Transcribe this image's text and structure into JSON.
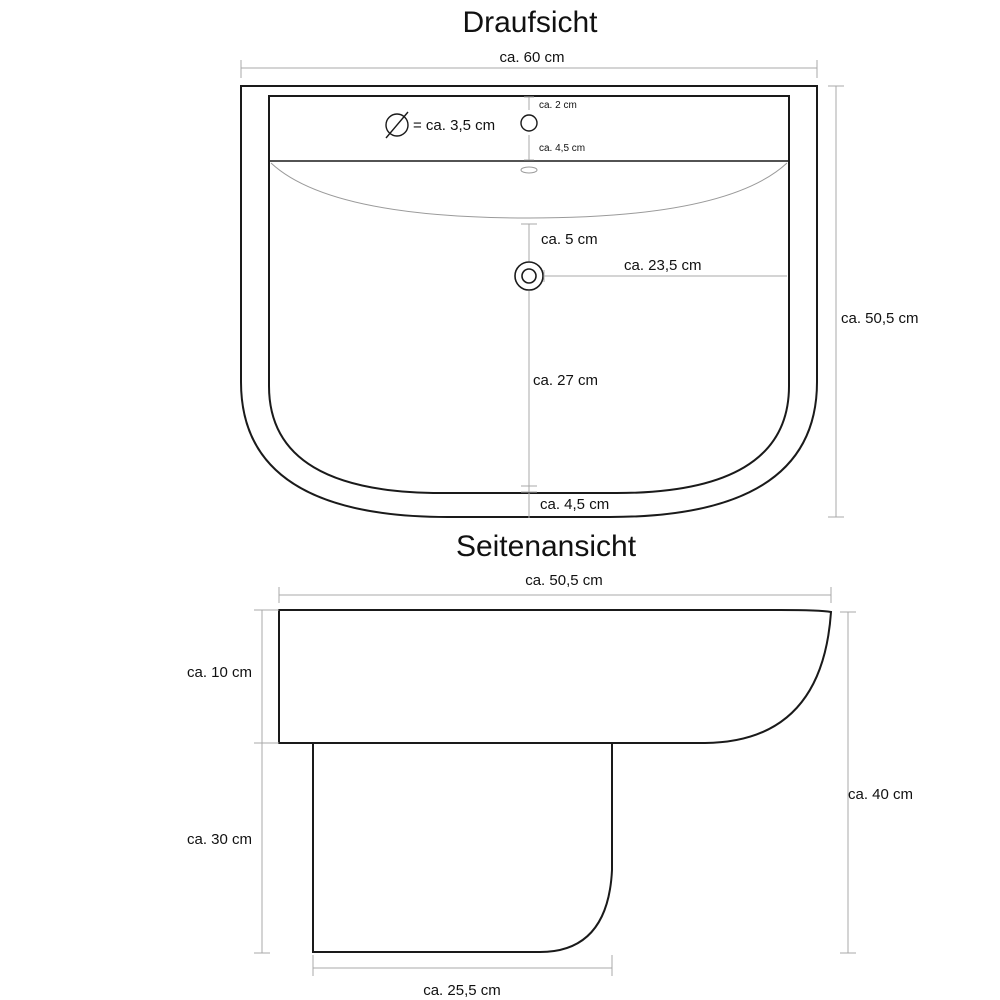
{
  "top_view": {
    "title": "Draufsicht",
    "width": "ca. 60 cm",
    "depth": "ca. 50,5 cm",
    "tap_hole_diameter": "= ca. 3,5 cm",
    "tap_hole_from_back": "ca. 2 cm",
    "tap_hole_to_bowl": "ca. 4,5 cm",
    "drain_from_bowl_edge": "ca. 5 cm",
    "drain_to_side": "ca. 23,5 cm",
    "drain_to_front": "ca. 27 cm",
    "front_rim": "ca. 4,5 cm"
  },
  "side_view": {
    "title": "Seitenansicht",
    "depth": "ca. 50,5 cm",
    "basin_height": "ca. 10 cm",
    "pedestal_height": "ca. 30 cm",
    "total_height": "ca. 40 cm",
    "pedestal_depth": "ca. 25,5 cm"
  },
  "icons": {
    "diameter": "diameter-icon"
  }
}
